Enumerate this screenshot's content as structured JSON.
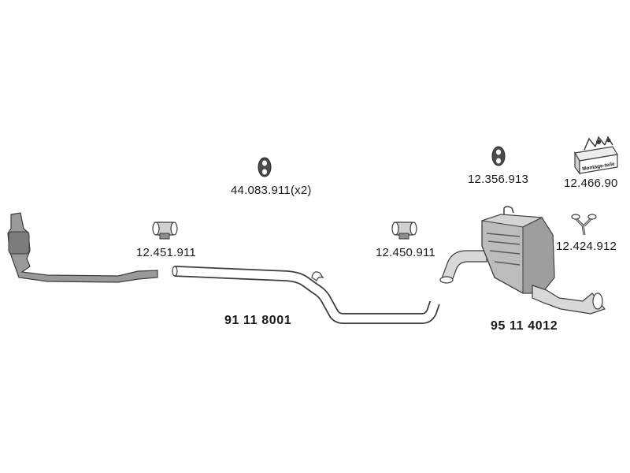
{
  "parts": {
    "front_pipe": {
      "ref": ""
    },
    "middle_pipe": {
      "ref": "91 11 8001"
    },
    "rear_silencer": {
      "ref": "95 11 4012"
    },
    "clamp_front": {
      "ref": "12.451.911"
    },
    "clamp_rear": {
      "ref": "12.450.911"
    },
    "rubber_mount_pair": {
      "ref": "44.083.911(x2)"
    },
    "rubber_mount_rear": {
      "ref": "12.356.913"
    },
    "fitting_kit": {
      "ref": "12.466.90",
      "box_text": "Montage-teile"
    },
    "hanger_bracket": {
      "ref": "12.424.912"
    }
  },
  "colors": {
    "line": "#3c3c3c",
    "part_fill": "#b8b8b8",
    "part_dark": "#8e8e8e",
    "text": "#1a1a1a"
  }
}
